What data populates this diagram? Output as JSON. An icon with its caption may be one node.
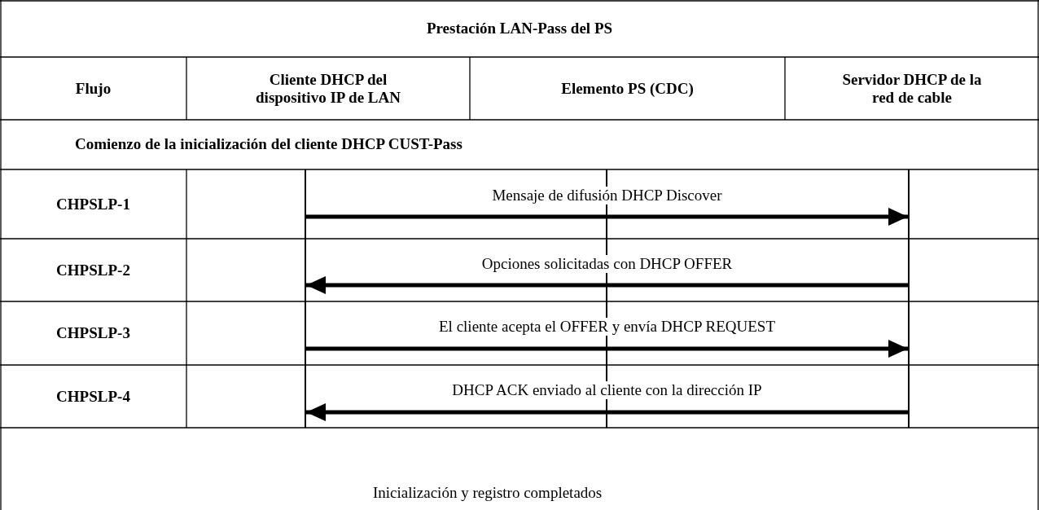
{
  "diagram": {
    "title": "Prestación LAN-Pass del PS",
    "nodes": [
      {
        "text": [
          "Cliente DHCP del dispositivo IP de LAN"
        ]
      },
      {
        "text": [
          "Elemento PS (CDC)"
        ]
      },
      {
        "text": [
          "Servidor DHCP de la red de cable"
        ]
      },
      {
        "text": [],
        "shape": "bar"
      },
      {
        "text": [],
        "shape": "bar"
      },
      {
        "text": [],
        "shape": "bar"
      }
    ],
    "edges": [
      {
        "from": 3,
        "to": 5,
        "arrow": "to",
        "label": "Mensaje de difusión DHCP Discover"
      },
      {
        "from": 5,
        "to": 3,
        "arrow": "to",
        "label": "Opciones solicitadas con DHCP OFFER"
      },
      {
        "from": 3,
        "to": 5,
        "arrow": "to",
        "label": "El cliente acepta el OFFER y envía DHCP REQUEST"
      },
      {
        "from": 5,
        "to": 3,
        "arrow": "to",
        "label": "DHCP ACK enviado al cliente con la dirección IP"
      }
    ],
    "labels": [
      "Flujo",
      "Comienzo de la inicialización del cliente DHCP CUST-Pass",
      "CHPSLP-1",
      "CHPSLP-2",
      "CHPSLP-3",
      "CHPSLP-4",
      "Inicialización y registro completados"
    ]
  }
}
